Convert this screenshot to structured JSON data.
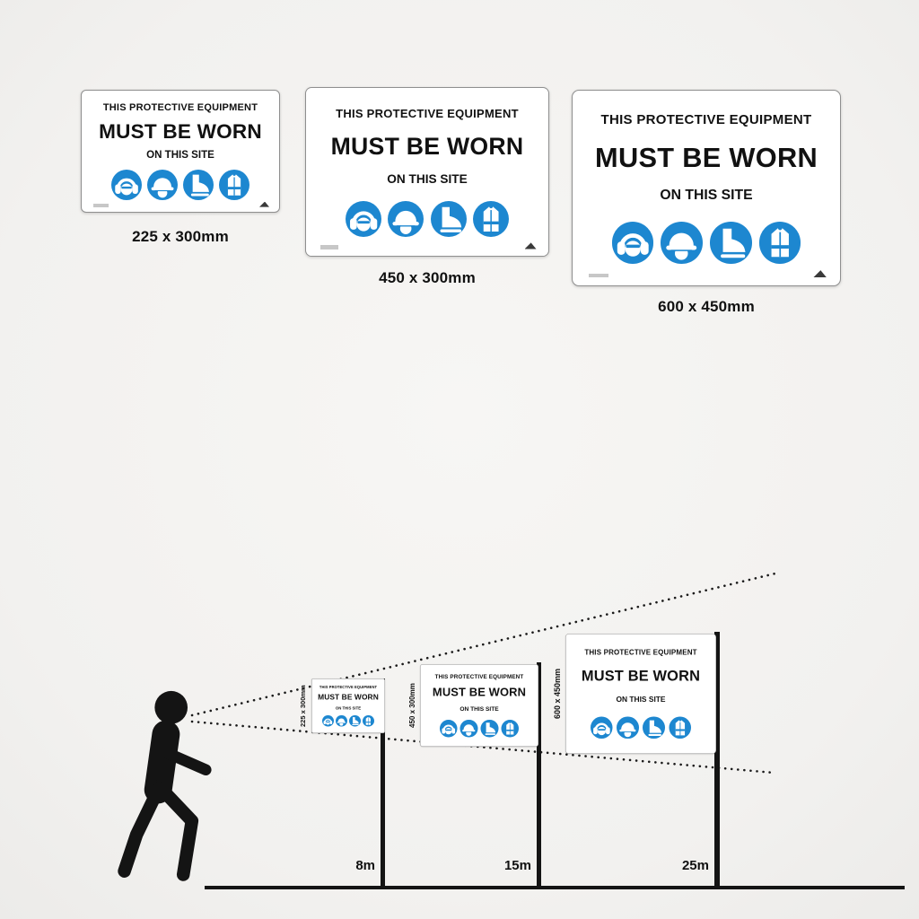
{
  "background": "#f4f3f1",
  "sign": {
    "line1": "THIS PROTECTIVE EQUIPMENT",
    "line2": "MUST BE WORN",
    "line3": "ON THIS SITE",
    "icon_names": [
      "ear-protection",
      "hard-hat",
      "safety-boots",
      "hi-vis-vest"
    ],
    "mandatory_blue": "#1d87d0",
    "sign_background": "#ffffff",
    "text_color": "#111111"
  },
  "size_options": [
    {
      "label": "225 x 300mm"
    },
    {
      "label": "450 x 300mm"
    },
    {
      "label": "600 x 450mm"
    }
  ],
  "viewing_diagram": {
    "posts": [
      {
        "distance": "8m",
        "sign_size": "225 x 300mm"
      },
      {
        "distance": "15m",
        "sign_size": "450 x 300mm"
      },
      {
        "distance": "25m",
        "sign_size": "600 x 450mm"
      }
    ]
  }
}
